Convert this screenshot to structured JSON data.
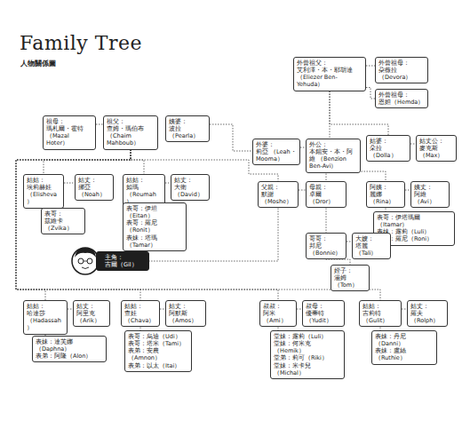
{
  "diagram": {
    "title": "Family Tree",
    "nodes": [
      {
        "text": [
          "外曾祖父：",
          "艾利澤・本・耶胡達 （Eliezer Ben-Yehuda）"
        ]
      },
      {
        "text": [
          "外曾祖母：",
          "朶薇拉（Devora）"
        ]
      },
      {
        "text": [
          "外曾祖母：",
          "恩妲（Hemda）"
        ]
      },
      {
        "text": [
          "祖母：",
          "瑪札爾・霍特 （Mazal Hoter）"
        ]
      },
      {
        "text": [
          "祖父：",
          "查姆・瑪伯布 （Chaim Mahboub）"
        ]
      },
      {
        "text": [
          "姨婆：",
          "波拉（Pearla）"
        ]
      },
      {
        "text": [
          "外婆：",
          "莉亞 （Leah・Mooma）"
        ]
      },
      {
        "text": [
          "外公：",
          "本錫安・本・阿維 （Benzion Ben-Avi）"
        ]
      },
      {
        "text": [
          "姑婆：",
          "朵拉（Dolla）"
        ]
      },
      {
        "text": [
          "姑丈公：",
          "麥克斯（Max）"
        ]
      },
      {
        "text": [
          "姑姑：",
          "埃莉赫娃 （Elisheva）"
        ]
      },
      {
        "text": [
          "姑丈：",
          "挪亞（Noah）"
        ]
      },
      {
        "text": [
          "表哥：",
          "茲維卡（Zvika）"
        ]
      },
      {
        "text": [
          "姑姑：",
          "如瑪（Reumah）"
        ]
      },
      {
        "text": [
          "姑丈：",
          "大衛（David）"
        ]
      },
      {
        "text": [
          "表哥：伊坦（Eitan）",
          "表哥：羅尼（Ronit）",
          "表妹：塔瑪（Tamar）"
        ]
      },
      {
        "text": [
          "父親：",
          "默謝（Moshe）"
        ]
      },
      {
        "text": [
          "母親：",
          "卓爾（Dror）"
        ]
      },
      {
        "text": [
          "阿姨：",
          "麗娜（Rina）"
        ]
      },
      {
        "text": [
          "姨丈：",
          "阿維（Avi）"
        ]
      },
      {
        "text": [
          "表哥：伊塔瑪爾（Itamar）",
          "表妹：露莉（Luli）",
          "表妹：羅尼（Roni）"
        ]
      },
      {
        "text": [
          "主角：",
          "吉爾（Gil）"
        ]
      },
      {
        "text": [
          "哥哥：",
          "邦尼（Bonnie）"
        ]
      },
      {
        "text": [
          "大嫂：",
          "塔麗（Tali）"
        ]
      },
      {
        "text": [
          "姪子：",
          "湯姆（Tom）"
        ]
      },
      {
        "text": [
          "姑姑：",
          "哈達莎 （Hadassah）"
        ]
      },
      {
        "text": [
          "姑丈：",
          "阿里克（Arik）"
        ]
      },
      {
        "text": [
          "表妹：達芙娜（Daphna）",
          "表弟：阿隆（Alon）"
        ]
      },
      {
        "text": [
          "姑姑：",
          "查娃（Chava）"
        ]
      },
      {
        "text": [
          "姑丈：",
          "阿默斯（Amos）"
        ]
      },
      {
        "text": [
          "表哥：烏迪（Udi）",
          "表哥：塔米（Tami）",
          "表弟：安農（Amnon）",
          "表弟：以太（Itai）"
        ]
      },
      {
        "text": [
          "叔叔：",
          "阿米（Ami）"
        ]
      },
      {
        "text": [
          "叔母：",
          "優蒂特（Yudit）"
        ]
      },
      {
        "text": [
          "堂妹：露莉（Luli）",
          "堂妹：何米克（Hemik）",
          "堂弟：莉可（Riki）",
          "堂妹：米卡兒（Michal）"
        ]
      },
      {
        "text": [
          "姑姑：",
          "吉莉特（Gulit）"
        ]
      },
      {
        "text": [
          "姑丈：",
          "羅夫（Rolph）"
        ]
      },
      {
        "text": [
          "表妹：丹尼（Danni）",
          "表妹：盧絲（Ruthie）"
        ]
      }
    ],
    "edges": [
      {
        "from": 0,
        "to": 1,
        "arrow": "none"
      },
      {
        "from": 0,
        "to": 2,
        "arrow": "none"
      },
      {
        "from": 0,
        "to": 7,
        "arrow": "none"
      },
      {
        "from": 0,
        "to": 8,
        "arrow": "none"
      },
      {
        "from": 3,
        "to": 4,
        "arrow": "none"
      },
      {
        "from": 5,
        "to": 6,
        "arrow": "none"
      },
      {
        "from": 6,
        "to": 7,
        "arrow": "none"
      },
      {
        "from": 8,
        "to": 9,
        "arrow": "none"
      },
      {
        "from": 4,
        "to": 10,
        "arrow": "none"
      },
      {
        "from": 4,
        "to": 13,
        "arrow": "none"
      },
      {
        "from": 4,
        "to": 16,
        "arrow": "none"
      },
      {
        "from": 4,
        "to": 25,
        "arrow": "none"
      },
      {
        "from": 4,
        "to": 28,
        "arrow": "none"
      },
      {
        "from": 4,
        "to": 31,
        "arrow": "none"
      },
      {
        "from": 4,
        "to": 34,
        "arrow": "none"
      },
      {
        "from": 7,
        "to": 17,
        "arrow": "none"
      },
      {
        "from": 7,
        "to": 18,
        "arrow": "none"
      },
      {
        "from": 10,
        "to": 11,
        "arrow": "none"
      },
      {
        "from": 10,
        "to": 12,
        "arrow": "none"
      },
      {
        "from": 13,
        "to": 14,
        "arrow": "none"
      },
      {
        "from": 13,
        "to": 15,
        "arrow": "none"
      },
      {
        "from": 16,
        "to": 17,
        "arrow": "none"
      },
      {
        "from": 16,
        "to": 21,
        "arrow": "none"
      },
      {
        "from": 17,
        "to": 22,
        "arrow": "none"
      },
      {
        "from": 18,
        "to": 19,
        "arrow": "none"
      },
      {
        "from": 18,
        "to": 20,
        "arrow": "none"
      },
      {
        "from": 22,
        "to": 23,
        "arrow": "none"
      },
      {
        "from": 22,
        "to": 24,
        "arrow": "none"
      },
      {
        "from": 25,
        "to": 26,
        "arrow": "none"
      },
      {
        "from": 25,
        "to": 27,
        "arrow": "none"
      },
      {
        "from": 28,
        "to": 29,
        "arrow": "none"
      },
      {
        "from": 28,
        "to": 30,
        "arrow": "none"
      },
      {
        "from": 31,
        "to": 32,
        "arrow": "none"
      },
      {
        "from": 31,
        "to": 33,
        "arrow": "none"
      },
      {
        "from": 34,
        "to": 35,
        "arrow": "none"
      },
      {
        "from": 34,
        "to": 36,
        "arrow": "none"
      }
    ],
    "labels": [
      "人物關係圖"
    ]
  }
}
